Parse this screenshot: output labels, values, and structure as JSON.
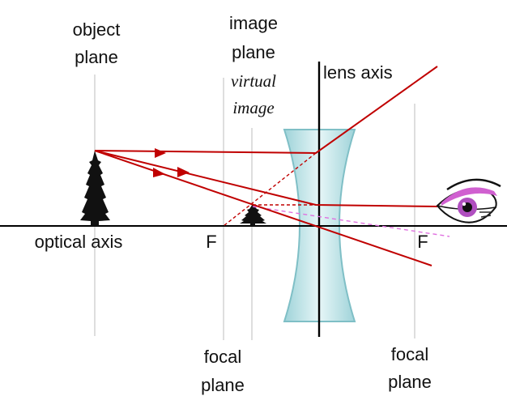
{
  "labels": {
    "object_plane": [
      "object",
      "plane"
    ],
    "image_plane": [
      "image",
      "plane"
    ],
    "virtual_image": [
      "virtual",
      "image"
    ],
    "lens_axis": "lens axis",
    "optical_axis": "optical axis",
    "focal_left": "F",
    "focal_right": "F",
    "focal_plane_left": [
      "focal",
      "plane"
    ],
    "focal_plane_right": [
      "focal",
      "plane"
    ]
  },
  "colors": {
    "ray": "#c00000",
    "ray_extension": "#c00000",
    "eye_guide": "#e070e0",
    "lens_fill": "#bfe3e6",
    "lens_stroke": "#7fbfc6",
    "axis": "#000000",
    "plane_line": "#c8c8c8",
    "tree": "#111111"
  },
  "icons": {
    "object": "tree-icon",
    "image": "small-tree-icon",
    "viewer": "eye-icon"
  }
}
